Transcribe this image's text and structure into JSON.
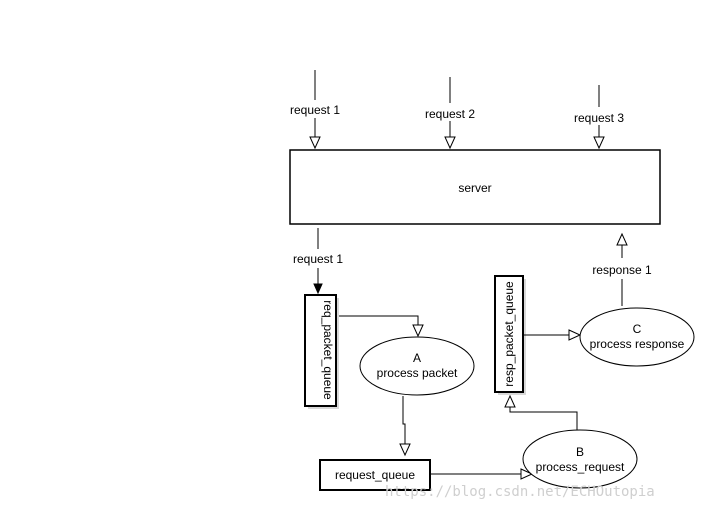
{
  "requests": {
    "r1": "request 1",
    "r2": "request 2",
    "r3": "request 3"
  },
  "server": {
    "label": "server"
  },
  "flow": {
    "request_out": "request 1",
    "response_in": "response 1"
  },
  "queues": {
    "req_packet_queue": "req_packet_queue",
    "request_queue": "request_queue",
    "resp_packet_queue": "resp_packet_queue"
  },
  "processes": {
    "a": {
      "letter": "A",
      "label": "process packet"
    },
    "b": {
      "letter": "B",
      "label": "process_request"
    },
    "c": {
      "letter": "C",
      "label": "process response"
    }
  },
  "watermark": "https://blog.csdn.net/ECHOutopia"
}
